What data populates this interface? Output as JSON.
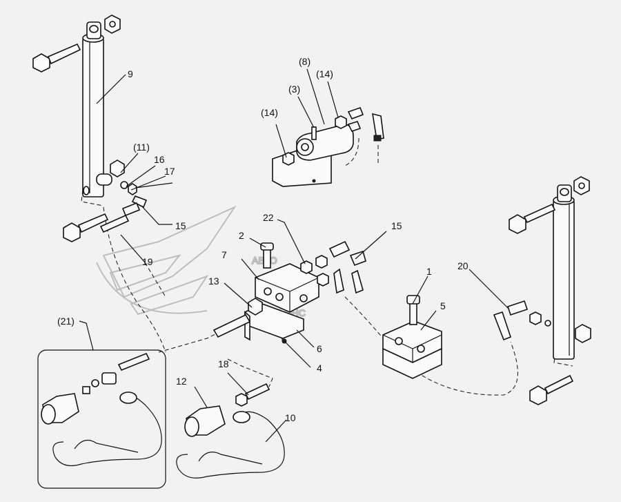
{
  "watermark": {
    "line1": "АВТО",
    "line2": "АЛЬЯНС"
  },
  "callouts": {
    "c1": "1",
    "c2": "2",
    "c3": "(3)",
    "c4": "4",
    "c5": "5",
    "c6": "6",
    "c7": "7",
    "c8": "(8)",
    "c9": "9",
    "c10": "10",
    "c11": "(11)",
    "c12": "12",
    "c13": "13",
    "c14a": "(14)",
    "c14b": "(14)",
    "c15a": "15",
    "c15b": "15",
    "c16": "16",
    "c17": "17",
    "c18": "18",
    "c19": "19",
    "c20": "20",
    "c21": "(21)",
    "c22": "22"
  }
}
